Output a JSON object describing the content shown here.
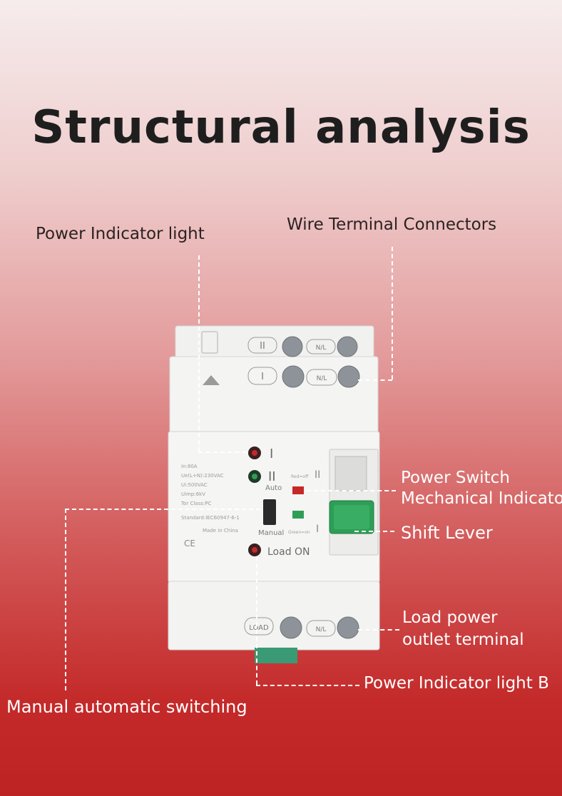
{
  "title": "Structural analysis",
  "labels": {
    "power_indicator_light": "Power Indicator light",
    "wire_terminal_connectors": "Wire Terminal Connectors",
    "power_switch": "Power Switch",
    "mechanical_indicator": "Mechanical Indicato",
    "shift_lever": "Shift Lever",
    "load_power": "Load power",
    "outlet_terminal": "outlet terminal",
    "power_indicator_light_b": "Power Indicator light B",
    "manual_automatic_switching": "Manual automatic switching"
  },
  "device": {
    "terminal_top_ii": "II",
    "terminal_top_i": "I",
    "nl_label": "N/L",
    "load_tag": "LOAD",
    "source_i": "I",
    "source_ii": "II",
    "auto_label": "Auto",
    "manual_label": "Manual",
    "load_on_label": "Load ON",
    "red_off": "Red=off",
    "green_on": "Green=on",
    "lever_ii": "II",
    "lever_i": "I",
    "specs": [
      "In:80A",
      "Ue(L+N):230VAC",
      "Ui:500VAC",
      "Uimp:6kV",
      "Tor Class:PC",
      "Standard:IEC60947-6-1"
    ],
    "made_in": "Made in China",
    "cert_marks": "CE",
    "colors": {
      "green": "#2e9e57",
      "red": "#c62828",
      "body": "#f3f3f2"
    }
  }
}
